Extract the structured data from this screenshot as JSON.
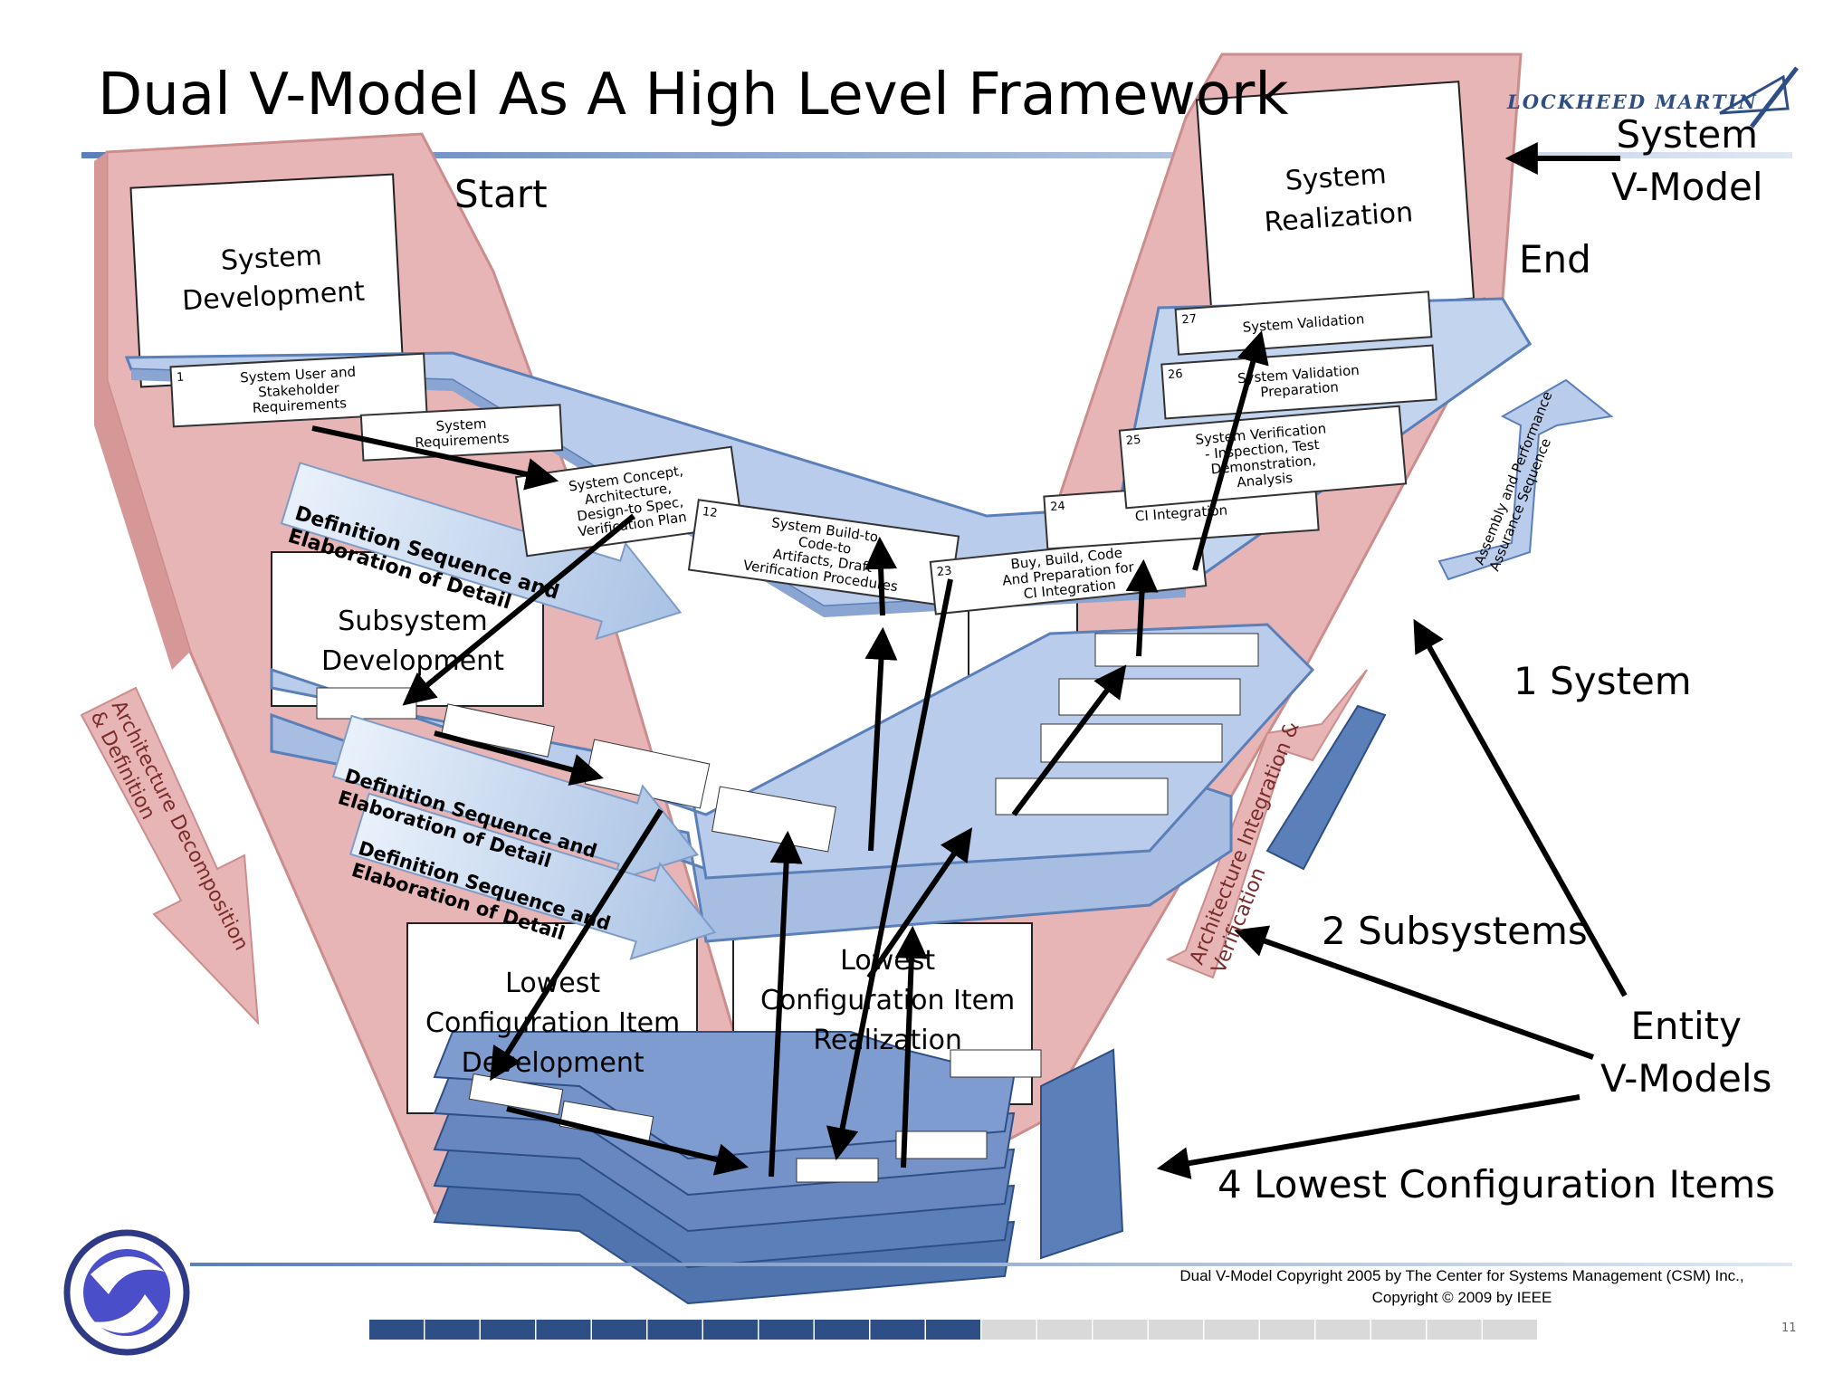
{
  "title": "Dual V-Model As A High Level Framework",
  "logo_text": "LOCKHEED MARTIN",
  "callouts": {
    "start": "Start",
    "end": "End",
    "system_vmodel": "System\nV-Model",
    "one_system": "1 System",
    "two_subsystems": "2 Subsystems",
    "entity_vmodels": "Entity\nV-Models",
    "four_lci": "4 Lowest Configuration Items"
  },
  "boxes": {
    "system_development": "System\nDevelopment",
    "system_realization": "System\nRealization",
    "subsystem_development": "Subsystem\nDevelopment",
    "lci_development": "Lowest\nConfiguration Item\nDevelopment",
    "lci_realization": "Lowest\nConfiguration Item\nRealization"
  },
  "system_steps": [
    {
      "num": "1",
      "text": "System User and\nStakeholder\nRequirements"
    },
    {
      "num": "",
      "text": "System\nRequirements"
    },
    {
      "num": "",
      "text": "System Concept,\nArchitecture,\nDesign-to Spec,\nVerification Plan"
    },
    {
      "num": "12",
      "text": "System Build-to,\nCode-to\nArtifacts, Draft\nVerification Procedures"
    },
    {
      "num": "23",
      "text": "Buy, Build, Code\nAnd Preparation for\nCI Integration"
    },
    {
      "num": "24",
      "text": "CI Integration"
    },
    {
      "num": "25",
      "text": "System Verification\n- Inspection, Test\nDemonstration,\nAnalysis"
    },
    {
      "num": "26",
      "text": "System Validation\nPreparation"
    },
    {
      "num": "27",
      "text": "System Validation"
    }
  ],
  "banners": {
    "definition": "Definition Sequence and\nElaboration of Detail",
    "assembly": "Assembly and Performance\nAssurance Sequence",
    "arch_decomp": "Architecture Decomposition\n& Definition",
    "integration_verif": "Architecture Integration &\nVerification"
  },
  "copyright": {
    "line1": "Dual V-Model Copyright 2005 by The Center for Systems Management (CSM) Inc.,",
    "line2": "Copyright © 2009 by IEEE"
  },
  "page_number": "11",
  "colors": {
    "v_pink": "#e7b5b5",
    "v_pink_edge": "#cc8d8d",
    "plane_blue": "#b9cceb",
    "plane_blue_dark": "#5b7fb8",
    "arrow_black": "#000000",
    "navy": "#2e4f86",
    "progress_filled": "#2e4f86",
    "progress_empty": "#d9d9d9"
  },
  "progress": {
    "filled_segments": 11,
    "total_segments": 21
  }
}
